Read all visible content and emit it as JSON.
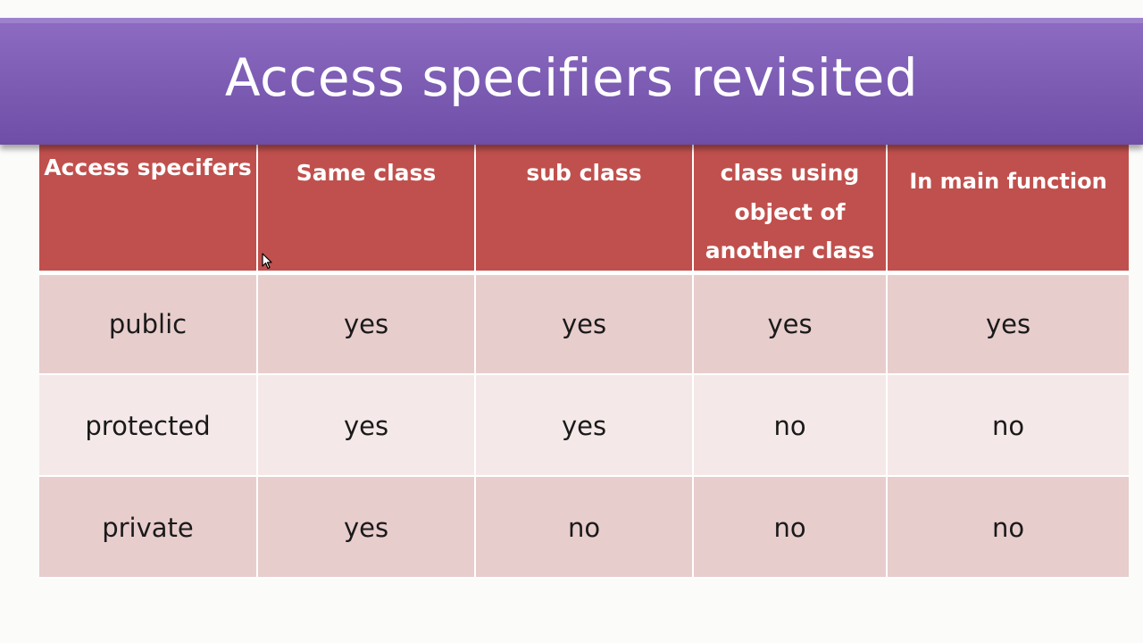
{
  "slide": {
    "title": "Access specifiers revisited"
  },
  "table": {
    "headers": [
      "Access specifers",
      "Same class",
      "sub class",
      "class using object of another class",
      "In main function"
    ],
    "rows": [
      [
        "public",
        "yes",
        "yes",
        "yes",
        "yes"
      ],
      [
        "protected",
        "yes",
        "yes",
        "no",
        "no"
      ],
      [
        "private",
        "yes",
        "no",
        "no",
        "no"
      ]
    ]
  },
  "colors": {
    "title_banner": "#7c5bb3",
    "header_fill": "#c0504d",
    "row_odd": "#e8cdcd",
    "row_even": "#f4e9e8"
  },
  "icons": {
    "cursor": "mouse-pointer-icon"
  }
}
